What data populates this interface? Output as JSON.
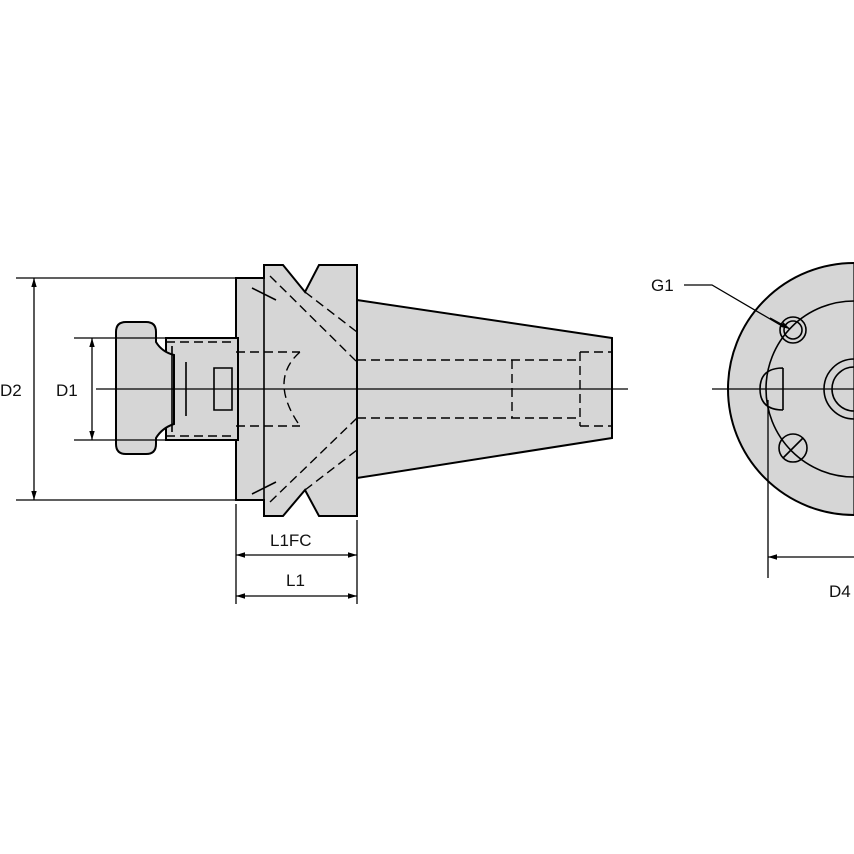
{
  "labels": {
    "d2": "D2",
    "d1": "D1",
    "l1fc": "L1FC",
    "l1": "L1",
    "g1": "G1",
    "d4": "D4"
  }
}
